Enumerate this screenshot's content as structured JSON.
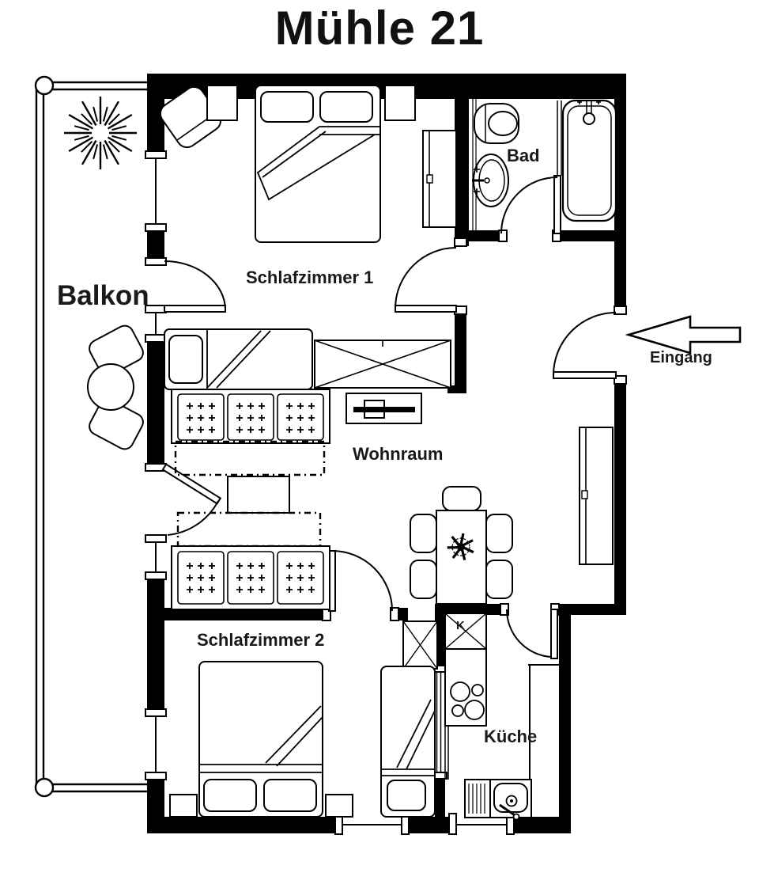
{
  "title": "Mühle 21",
  "rooms": {
    "balkon": {
      "label": "Balkon"
    },
    "schlafzimmer1": {
      "label": "Schlafzimmer 1"
    },
    "bad": {
      "label": "Bad"
    },
    "wohnraum": {
      "label": "Wohnraum"
    },
    "schlafzimmer2": {
      "label": "Schlafzimmer 2"
    },
    "kueche": {
      "label": "Küche"
    }
  },
  "annotations": {
    "entrance": {
      "label": "Eingang"
    },
    "cabinet_k": {
      "label": "K"
    }
  },
  "icons": {
    "sun": "sun-burst-icon",
    "entry_arrow": "arrow-left-icon",
    "plant": "table-plant-icon"
  },
  "colors": {
    "wall": "#000000",
    "line": "#000000",
    "background": "#ffffff"
  }
}
